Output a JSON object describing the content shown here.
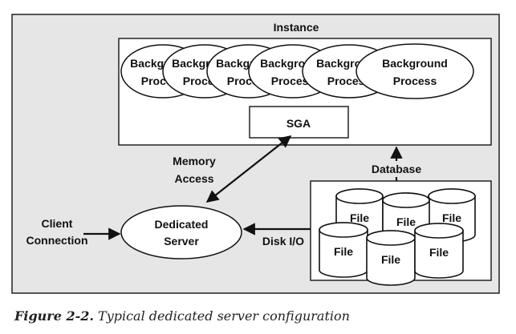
{
  "diagram": {
    "instance_label": "Instance",
    "background_process_label": [
      "Background",
      "Process"
    ],
    "background_process_count": 6,
    "sga_label": "SGA",
    "memory_access_label": [
      "Memory",
      "Access"
    ],
    "dedicated_server_label": [
      "Dedicated",
      "Server"
    ],
    "client_connection_label": [
      "Client",
      "Connection"
    ],
    "disk_io_label": "Disk I/O",
    "database_label": "Database",
    "file_label": "File",
    "file_count": 6
  },
  "caption": {
    "label": "Figure 2-2.",
    "text": "Typical dedicated server configuration"
  }
}
